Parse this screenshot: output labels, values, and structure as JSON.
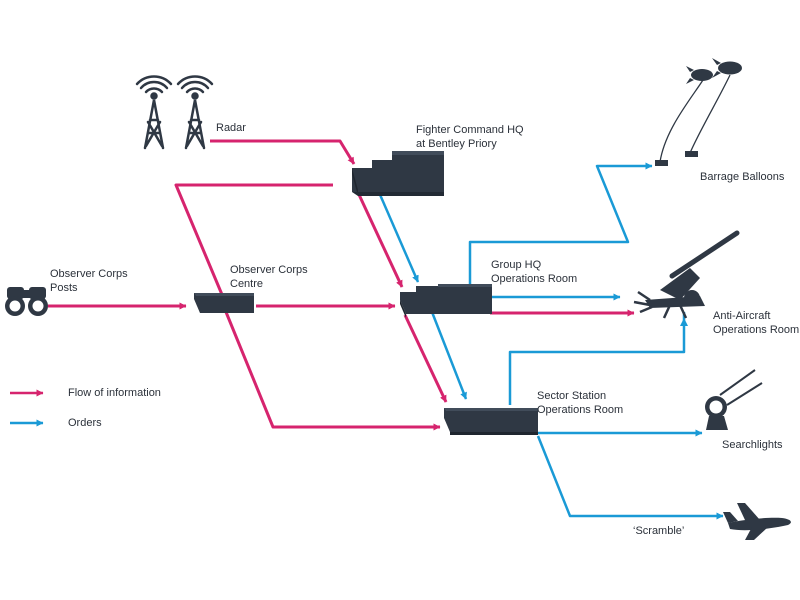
{
  "colors": {
    "information": "#d6246e",
    "orders": "#1a9ad6",
    "block": "#2f3844",
    "text": "#2b313a"
  },
  "labels": {
    "radar": [
      "Radar"
    ],
    "fighter_command": [
      "Fighter Command HQ",
      "at Bentley Priory"
    ],
    "observer_posts": [
      "Observer Corps",
      "Posts"
    ],
    "observer_centre": [
      "Observer Corps",
      "Centre"
    ],
    "group_hq": [
      "Group HQ",
      "Operations Room"
    ],
    "sector_station": [
      "Sector Station",
      "Operations Room"
    ],
    "barrage_balloons": [
      "Barrage Balloons"
    ],
    "anti_aircraft": [
      "Anti-Aircraft",
      "Operations Room"
    ],
    "searchlights": [
      "Searchlights"
    ],
    "scramble": [
      "‘Scramble’"
    ]
  },
  "legend": {
    "information": "Flow of information",
    "orders": "Orders"
  },
  "icons": {
    "radar": "radar-tower-icon",
    "observer_posts": "binoculars-icon",
    "barrage_balloons": "barrage-balloon-icon",
    "anti_aircraft": "anti-aircraft-gun-icon",
    "searchlights": "searchlight-icon",
    "scramble": "spitfire-plane-icon"
  }
}
